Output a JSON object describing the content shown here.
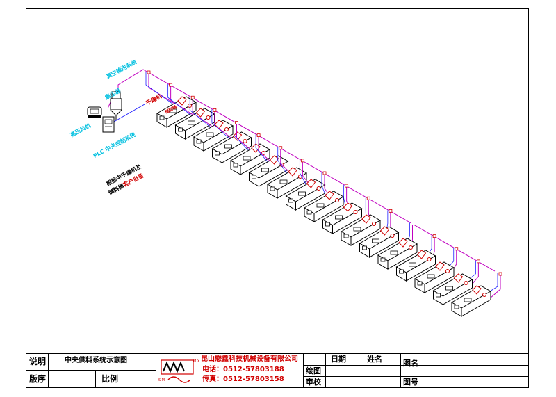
{
  "diagram": {
    "labels": {
      "vacuum_system": "真空输送系统",
      "collector": "集尘器",
      "vacuum_pump": "高压风机",
      "plc": "PLC 中央控制系统",
      "dryer": "干燥机",
      "hopper": "储料桶",
      "note_line1": "根据中干燥机及",
      "note_line2_a": "储料桶",
      "note_line2_b": "客户自备"
    },
    "station_count": 17,
    "colors": {
      "pipe": "#c000c0",
      "blue_line": "#2020ff",
      "cyan_text": "#00c0e0",
      "red": "#d10000"
    }
  },
  "title_block": {
    "label_description": "说明",
    "description_value": "中央供料系统示意图",
    "label_order": "版序",
    "label_scale": "比例",
    "company_name": "昆山懋鑫科技机械设备有限公司",
    "phone": "电话：0512-57803188",
    "fax": "传真：0512-57803158",
    "label_date": "日期",
    "label_name": "姓名",
    "label_drawn": "绘图",
    "label_review": "审校",
    "label_drawing_name": "图名",
    "label_drawing_no": "图号",
    "logo_mark": "M X",
    "logo_mark2": "S M"
  }
}
